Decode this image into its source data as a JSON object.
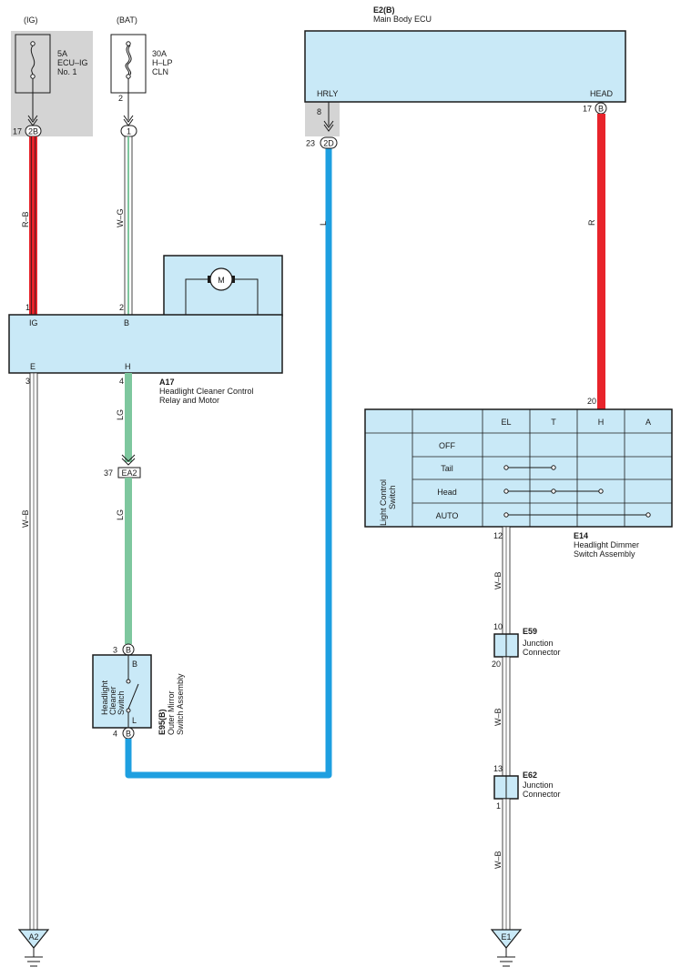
{
  "fuses": {
    "ig": {
      "source": "(IG)",
      "rating": "5A",
      "name1": "ECU–IG",
      "name2": "No. 1",
      "pin": "17",
      "connector": "2B"
    },
    "bat": {
      "source": "(BAT)",
      "rating": "30A",
      "name1": "H–LP",
      "name2": "CLN",
      "pin_top": "2",
      "connector": "1"
    }
  },
  "ecu": {
    "code": "E2(B)",
    "name": "Main Body ECU",
    "term_hrly": "HRLY",
    "term_head": "HEAD",
    "pin_hrly": "8",
    "pin_head": "17",
    "head_connector": "B",
    "junction_pin": "23",
    "junction_connector": "2D"
  },
  "relay": {
    "code": "A17",
    "name1": "Headlight Cleaner Control",
    "name2": "Relay and Motor",
    "motor": "M",
    "term_ig": "IG",
    "pin_ig": "1",
    "term_b": "B",
    "pin_b": "2",
    "term_e": "E",
    "pin_e": "3",
    "term_h": "H",
    "pin_h": "4"
  },
  "wires": {
    "rb": "R–B",
    "wg": "W–G",
    "l": "L",
    "r": "R",
    "lg1": "LG",
    "lg2": "LG",
    "wb_left": "W–B",
    "wb1": "W–B",
    "wb2": "W–B",
    "wb3": "W–B",
    "colors": {
      "red": "#e8242b",
      "blue": "#1e9fe0",
      "green": "#7ec79e",
      "black": "#1a1a1a",
      "ground_box": "#d4d4d4"
    }
  },
  "ea2": {
    "pin": "37",
    "connector": "EA2"
  },
  "mirror_switch": {
    "code": "E95(B)",
    "name1": "Outer Mirror",
    "name2": "Switch Assembly",
    "label1": "Headlight",
    "label2": "Cleaner",
    "label3": "Switch",
    "term_b": "B",
    "term_l": "L",
    "pin_top": "3",
    "pin_bottom": "4",
    "connector": "B"
  },
  "dimmer": {
    "code": "E14",
    "name1": "Headlight Dimmer",
    "name2": "Switch Assembly",
    "side1": "Light Control",
    "side2": "Switch",
    "pin_top": "20",
    "pin_bottom": "12",
    "headers": [
      "EL",
      "T",
      "H",
      "A"
    ],
    "rows": [
      "OFF",
      "Tail",
      "Head",
      "AUTO"
    ]
  },
  "junctions": {
    "e59": {
      "code": "E59",
      "name1": "Junction",
      "name2": "Connector",
      "pin_top": "10",
      "pin_bottom": "20"
    },
    "e62": {
      "code": "E62",
      "name1": "Junction",
      "name2": "Connector",
      "pin_top": "13",
      "pin_bottom": "1"
    }
  },
  "grounds": {
    "left": "A2",
    "right": "E1"
  }
}
